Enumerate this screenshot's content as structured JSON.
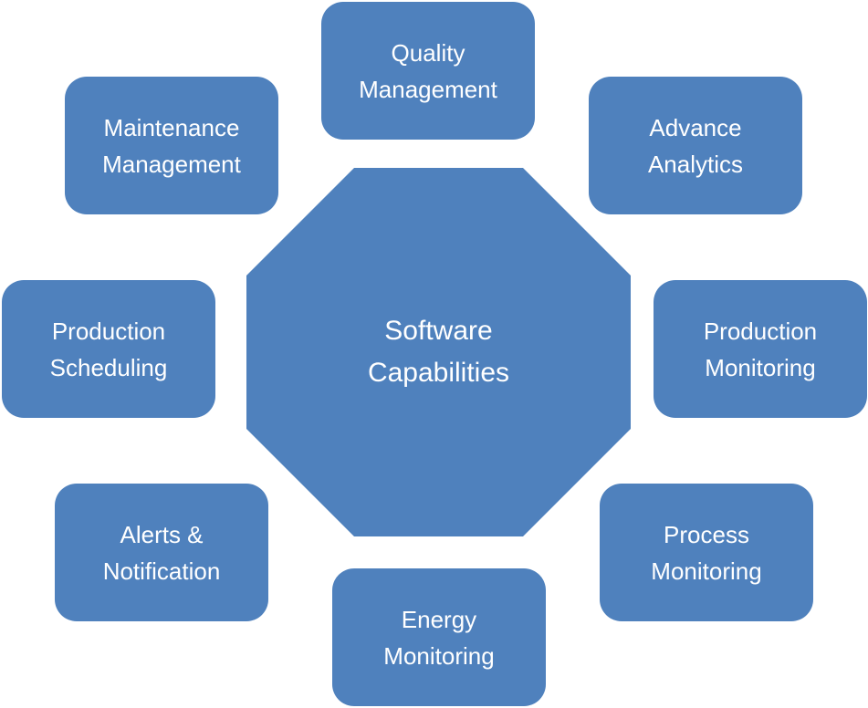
{
  "color": "#4f81bd",
  "center": {
    "line1": "Software",
    "line2": "Capabilities"
  },
  "capabilities": [
    {
      "line1": "Quality",
      "line2": "Management"
    },
    {
      "line1": "Maintenance",
      "line2": "Management"
    },
    {
      "line1": "Advance",
      "line2": "Analytics"
    },
    {
      "line1": "Production",
      "line2": "Scheduling"
    },
    {
      "line1": "Production",
      "line2": "Monitoring"
    },
    {
      "line1": "Alerts &",
      "line2": "Notification"
    },
    {
      "line1": "Process",
      "line2": "Monitoring"
    },
    {
      "line1": "Energy",
      "line2": "Monitoring"
    }
  ]
}
